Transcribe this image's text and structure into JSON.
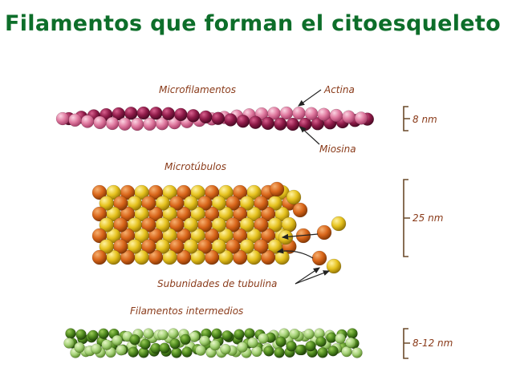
{
  "title": "Filamentos que forman el citoesqueleto",
  "sections": {
    "microfilaments": {
      "label": "Microfilamentos",
      "actin_label": "Actina",
      "myosin_label": "Miosina",
      "size": "8 nm",
      "colors": {
        "light": "#e07aa0",
        "dark": "#8e1a48"
      }
    },
    "microtubules": {
      "label": "Microtúbulos",
      "subunits_label": "Subunidades de tubulina",
      "size": "25 nm",
      "colors": {
        "yellow": "#e6c21e",
        "orange": "#d9661a"
      }
    },
    "intermediate": {
      "label": "Filamentos intermedios",
      "size": "8-12 nm",
      "colors": {
        "light": "#a8d47a",
        "dark": "#4f8a1e"
      }
    }
  },
  "colors": {
    "title": "#0d6e2a",
    "label": "#8a3b1a",
    "bracket": "#6b4a2a",
    "arrow": "#222222"
  }
}
